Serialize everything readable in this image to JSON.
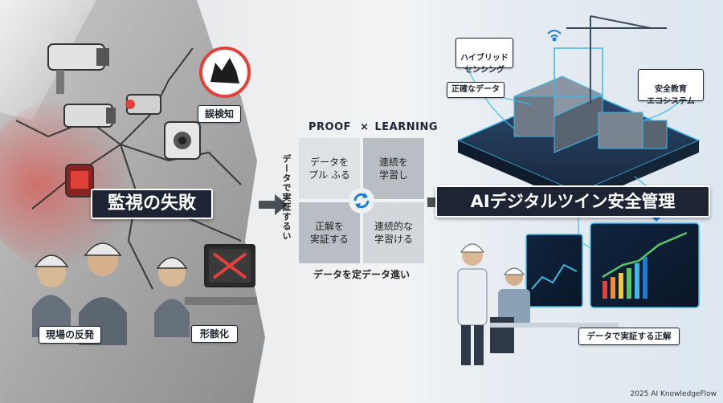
{
  "left": {
    "title": "監視の失敗",
    "false_detection": "誤検知",
    "pushback": "現場の反発",
    "formalization": "形骸化"
  },
  "middle": {
    "header_proof": "PROOF",
    "header_cross": "×",
    "header_learning": "LEARNING",
    "vertical_caption": "データで実証するい",
    "cells": [
      {
        "text": "データを\nプル ふる"
      },
      {
        "text": "連続を\n学習し"
      },
      {
        "text": "正解を\n実証する"
      },
      {
        "text": "連続的な\n学習ける"
      }
    ],
    "footer": "データを定データ進い"
  },
  "right": {
    "title": "AIデジタルツイン安全管理",
    "hybrid_sensing": "ハイブリッド\nセンシング",
    "accurate_data": "正確なデータ",
    "safety_education": "安全教育\nエコシステム",
    "data_proof": "データで実証する正解"
  },
  "credit": "2025 AI KnowledgeFlow",
  "colors": {
    "navy": "#1d2433",
    "warning_red": "#e0413a",
    "accent_blue": "#1f7ad6",
    "cyan": "#3fb8e8"
  }
}
